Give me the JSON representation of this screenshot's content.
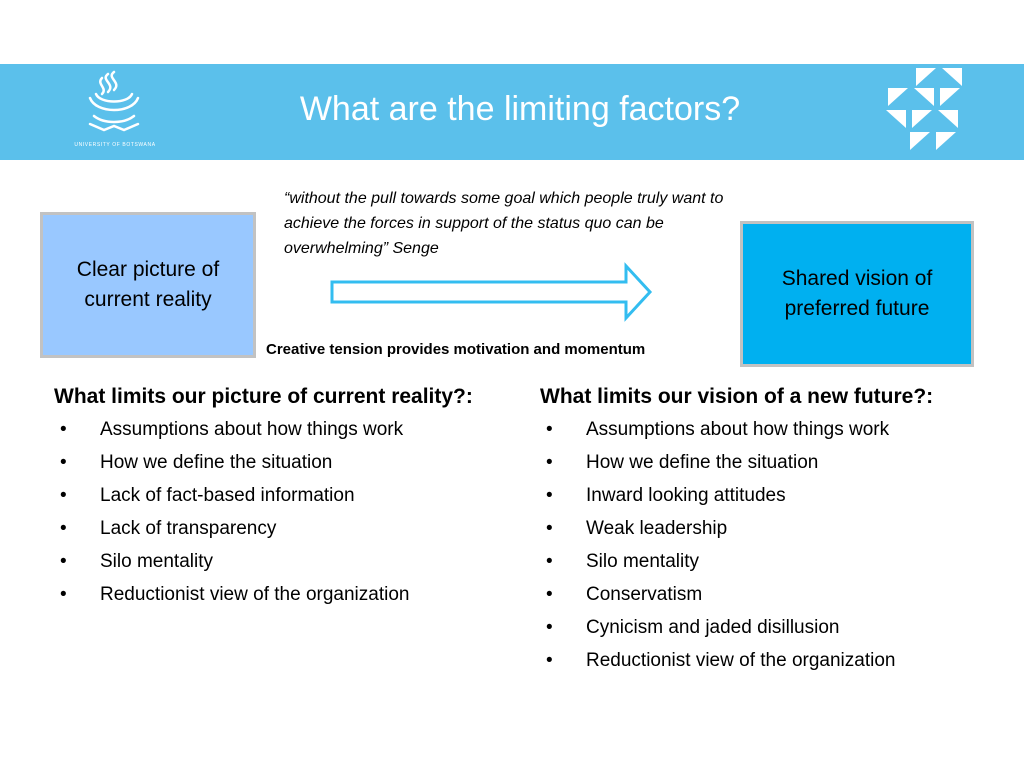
{
  "header": {
    "title": "What are the limiting factors?",
    "logo_text": "UNIVERSITY OF BOTSWANA",
    "background_color": "#5bc0eb"
  },
  "quote": "“without the pull towards some goal which people truly want to achieve the forces in support of the status quo can be overwhelming” Senge",
  "left_box": {
    "label": "Clear picture of current reality",
    "color": "#99c8ff"
  },
  "right_box": {
    "label": "Shared vision of preferred future",
    "color": "#00b0f0"
  },
  "tension_caption": "Creative tension provides motivation and momentum",
  "left_column": {
    "heading": "What limits our picture of current reality?:",
    "items": [
      "Assumptions about how things work",
      "How we define the situation",
      "Lack of fact-based information",
      "Lack of transparency",
      "Silo mentality",
      "Reductionist view of the organization"
    ]
  },
  "right_column": {
    "heading": "What limits our vision of a new future?:",
    "items": [
      "Assumptions about how things work",
      "How we define the situation",
      "Inward looking attitudes",
      "Weak leadership",
      "Silo mentality",
      "Conservatism",
      "Cynicism and jaded disillusion",
      "Reductionist view of the organization"
    ]
  },
  "bullet_symbol": "•"
}
